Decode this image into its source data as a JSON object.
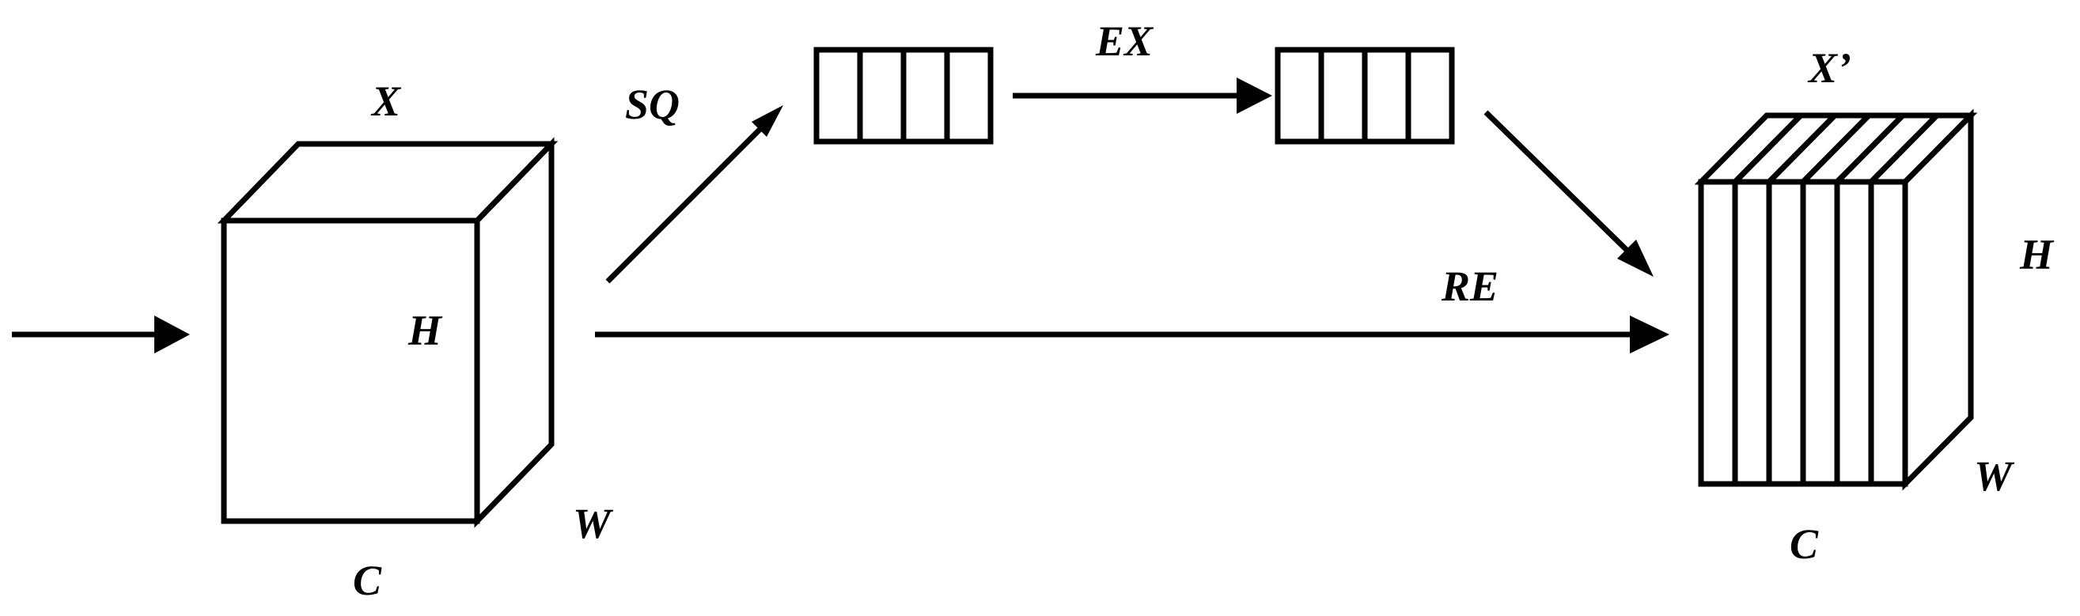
{
  "labels": {
    "input_tensor": "X",
    "input_height": "H",
    "input_width": "W",
    "input_channels": "C",
    "squeeze": "SQ",
    "excitation": "EX",
    "reweight": "RE",
    "output_tensor": "X’",
    "output_height": "H",
    "output_width": "W",
    "output_channels": "C"
  },
  "colors": {
    "stroke": "#000000",
    "cube_front": "#ffffff",
    "cube_side": "#e2e2e2",
    "squeeze_cells": [
      "#ffffff",
      "#ffffff",
      "#ffffff",
      "#ffffff"
    ],
    "excitation_cells": [
      "#9b48a2",
      "#c070c6",
      "#bb0d18",
      "#f50f14"
    ],
    "output_slices": [
      "#9b48a2",
      "#c070c6",
      "#d81e5f",
      "#f61b26",
      "#ff9d00",
      "#ffee00"
    ],
    "output_top_slices": [
      "#b77ebb",
      "#d6a4dd",
      "#e76298",
      "#ee7a6a",
      "#ffc065",
      "#f6ee6a"
    ],
    "output_side": "#cfca00"
  }
}
